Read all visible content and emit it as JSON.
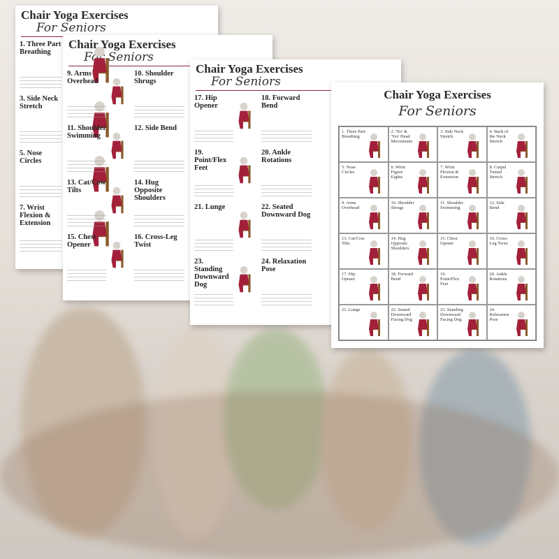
{
  "colors": {
    "dress": "#a3203a",
    "chair": "#8a5a2b",
    "accent": "#8a2a3a"
  },
  "posters": [
    {
      "title": "Chair Yoga Exercises",
      "subtitle": "For Seniors",
      "sections": [
        "1. Three Part Breathing",
        "3. Side Neck Stretch",
        "5. Nose Circles",
        "7. Wrist Flexion & Extension"
      ]
    },
    {
      "title": "Chair Yoga Exercises",
      "subtitle": "For Seniors",
      "sections": [
        "9. Arms Overhead",
        "10. Shoulder Shrugs",
        "11. Shoulder Swimming",
        "12. Side Bend",
        "13. Cat/Cow Tilts",
        "14. Hug Opposite Shoulders",
        "15. Chest Opener",
        "16. Cross-Leg Twist"
      ]
    },
    {
      "title": "Chair Yoga Exercises",
      "subtitle": "For Seniors",
      "sections": [
        "17. Hip Opener",
        "18. Forward Bend",
        "19. Point/Flex Feet",
        "20. Ankle Rotations",
        "21. Lunge",
        "22. Seated Downward Dog",
        "23. Standing Downward Dog",
        "24. Relaxation Pose"
      ]
    },
    {
      "title": "Chair Yoga Exercises",
      "subtitle": "For Seniors",
      "cells": [
        "1. Three Part Breathing",
        "2. 'No' & 'Yes' Head Movements",
        "3. Side Neck Stretch",
        "4. Back of the Neck Stretch",
        "5. Nose Circles",
        "6. Wrist Figure Eights",
        "7. Wrist Flexion & Extension",
        "8. Carpal Tunnel Stretch",
        "9. Arms Overhead",
        "10. Shoulder Shrugs",
        "11. Shoulder Swimming",
        "12. Side Bend",
        "13. Cat/Cow Tilts",
        "14. Hug Opposite Shoulders",
        "15. Chest Opener",
        "16. Cross-Leg Twist",
        "17. Hip Opener",
        "18. Forward Bend",
        "19. Point/Flex Feet",
        "20. Ankle Rotations",
        "21. Lunge",
        "22. Seated Downward Facing Dog",
        "23. Standing Downward Facing Dog",
        "24. Relaxation Pose"
      ]
    }
  ]
}
